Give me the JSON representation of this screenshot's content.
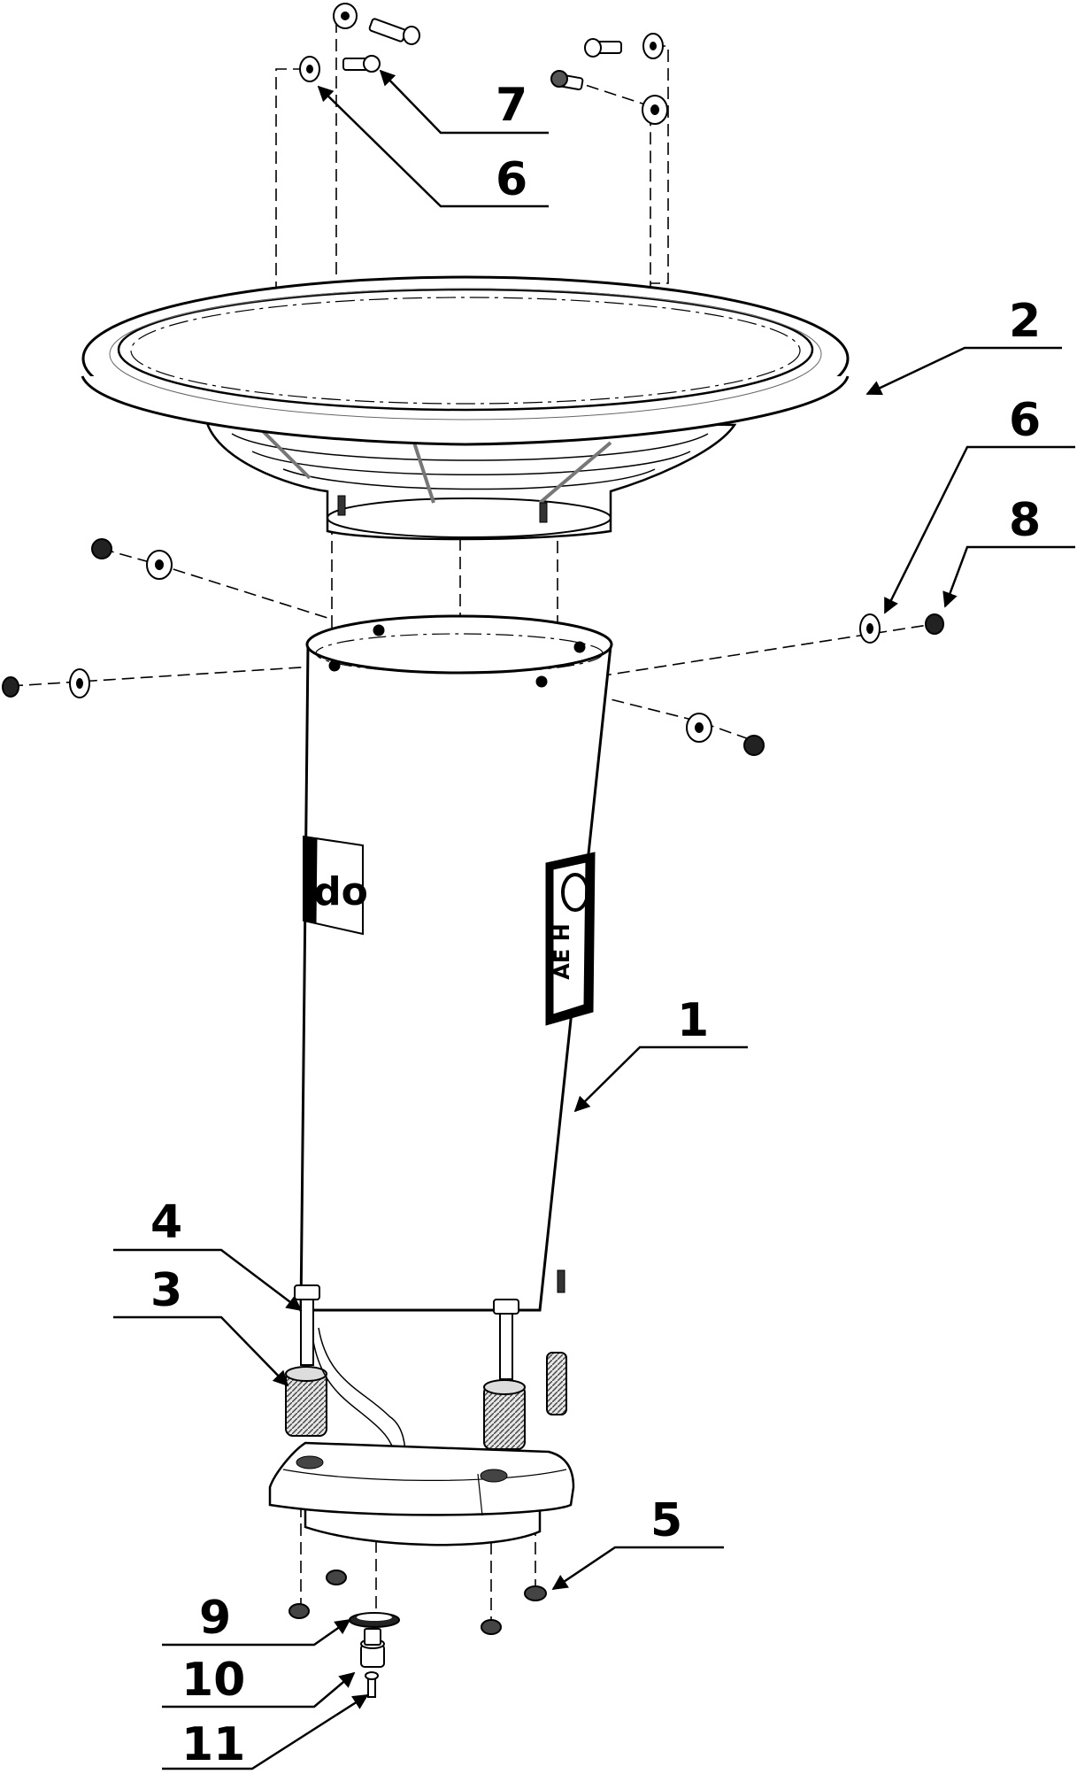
{
  "diagram": {
    "callouts": [
      {
        "id": "c7",
        "label": "7"
      },
      {
        "id": "c6a",
        "label": "6"
      },
      {
        "id": "c2",
        "label": "2"
      },
      {
        "id": "c6b",
        "label": "6"
      },
      {
        "id": "c8",
        "label": "8"
      },
      {
        "id": "c1",
        "label": "1"
      },
      {
        "id": "c4",
        "label": "4"
      },
      {
        "id": "c3",
        "label": "3"
      },
      {
        "id": "c5",
        "label": "5"
      },
      {
        "id": "c9",
        "label": "9"
      },
      {
        "id": "c10",
        "label": "10"
      },
      {
        "id": "c11",
        "label": "11"
      }
    ],
    "decal_left_text": "do",
    "decal_right_text": "AE H"
  },
  "colors": {
    "line": "#000000",
    "hatch": "#555555",
    "background": "#ffffff"
  }
}
